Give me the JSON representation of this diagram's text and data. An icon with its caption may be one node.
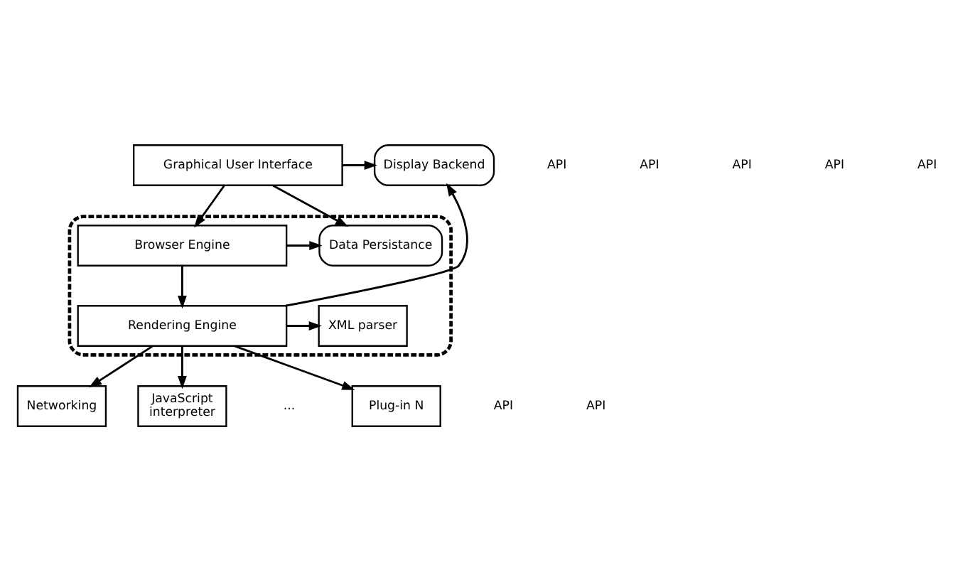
{
  "diagram": {
    "nodes": [
      {
        "text": [
          "Graphical User Interface"
        ]
      },
      {
        "text": [
          "Display Backend"
        ]
      },
      {
        "text": [],
        "shape": "box"
      },
      {
        "text": [
          "Browser Engine"
        ],
        "in": 2
      },
      {
        "text": [
          "Data Persistance"
        ],
        "in": 2
      },
      {
        "text": [
          "Rendering Engine"
        ],
        "in": 2
      },
      {
        "text": [
          "XML parser"
        ],
        "in": 2
      },
      {
        "text": [
          "Networking"
        ]
      },
      {
        "text": [
          "JavaScript interpreter"
        ]
      },
      {
        "text": [
          "Plug-in N"
        ]
      }
    ],
    "edges": [
      {
        "from": 0,
        "to": 3,
        "arrow": "to"
      },
      {
        "from": 0,
        "to": 1,
        "arrow": "to"
      },
      {
        "from": 0,
        "to": 4,
        "arrow": "to"
      },
      {
        "from": 3,
        "to": 4,
        "arrow": "to"
      },
      {
        "from": 3,
        "to": 5,
        "arrow": "to"
      },
      {
        "from": 5,
        "to": 1,
        "arrow": "to"
      },
      {
        "from": 5,
        "to": 6,
        "arrow": "to"
      },
      {
        "from": 5,
        "to": 7,
        "arrow": "to"
      },
      {
        "from": 5,
        "to": 8,
        "arrow": "to"
      },
      {
        "from": 5,
        "to": 9,
        "arrow": "to"
      }
    ],
    "labels": [
      "API",
      "API",
      "API",
      "API",
      "API",
      "API",
      "API",
      "..."
    ]
  }
}
